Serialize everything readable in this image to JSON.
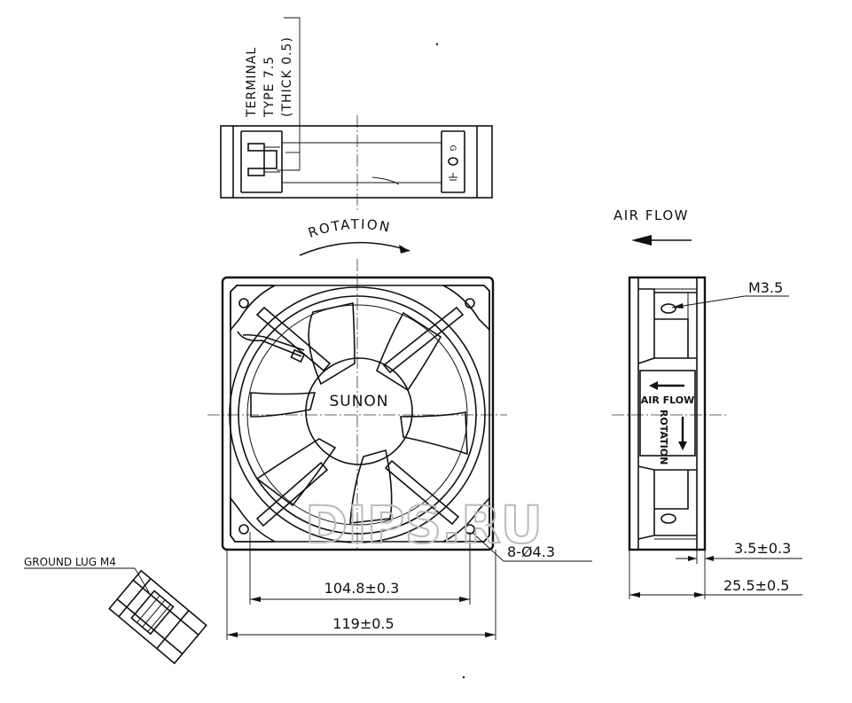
{
  "labels": {
    "terminal_line1": "TERMINAL",
    "terminal_line2": "TYPE 7.5",
    "terminal_line3": "(THICK 0.5)",
    "rotation": "ROTATION",
    "air_flow": "AIR FLOW",
    "brand": "SUNON",
    "screw_size": "M3.5",
    "ground_lug": "GROUND LUG M4",
    "side_label_air_flow": "AIR FLOW",
    "side_label_rotation": "ROTATION",
    "terminal_mark": "G",
    "watermark": "DIPS.RU"
  },
  "dimensions": {
    "hole_pitch": "104.8±0.3",
    "frame_size": "119±0.5",
    "mounting_holes": "8-Ø4.3",
    "flange_thickness": "3.5±0.3",
    "fan_depth": "25.5±0.5"
  },
  "colors": {
    "line": "#111111",
    "watermark": "#bbbbbb"
  }
}
